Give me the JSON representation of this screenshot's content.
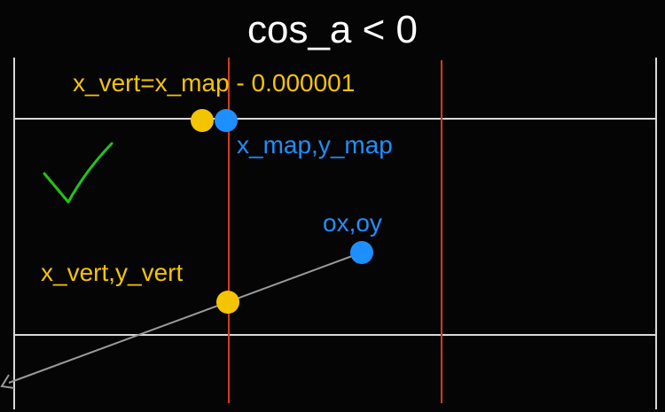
{
  "title": "cos_a < 0",
  "labels": {
    "vert_top": "x_vert=x_map - 0.000001",
    "map": "x_map,y_map",
    "origin": "ox,oy",
    "vert": "x_vert,y_vert"
  },
  "colors": {
    "background": "#050505",
    "grid_line": "#d8d8d8",
    "red_line": "#d63a1e",
    "ray": "#9a9a9a",
    "yellow": "#f5c400",
    "blue": "#1e8fff",
    "check": "#22c416",
    "text": "#ffffff"
  },
  "icons": {
    "check": "checkmark-icon",
    "arrow": "arrowhead-icon"
  }
}
